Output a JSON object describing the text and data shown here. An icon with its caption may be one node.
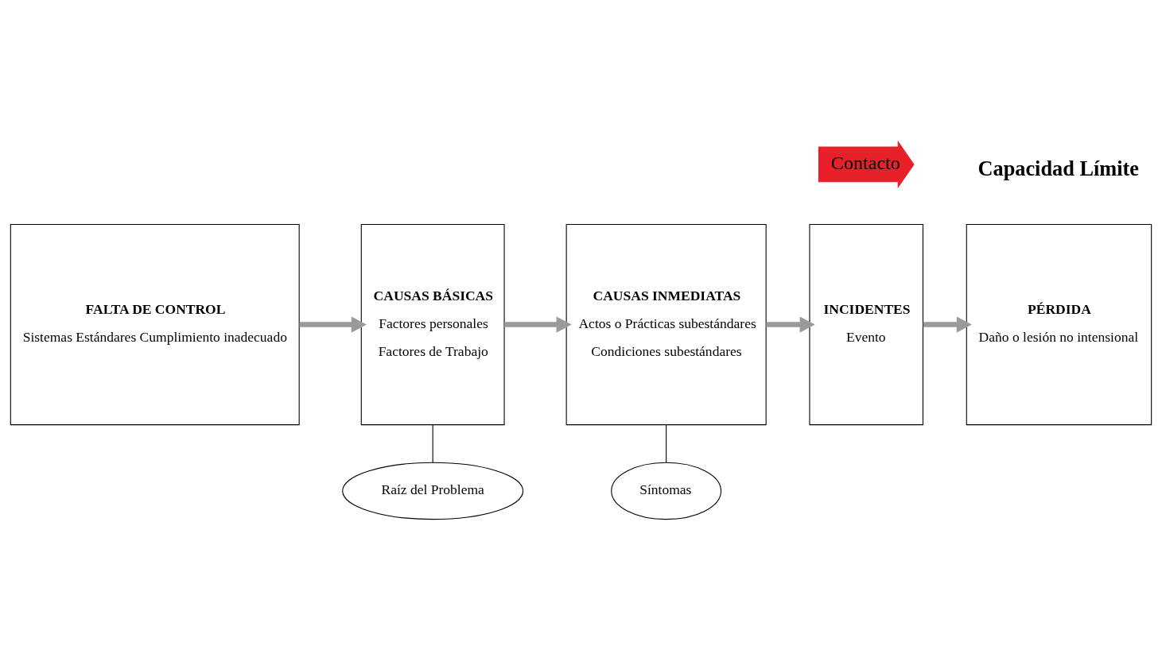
{
  "diagram": {
    "nodes": [
      {
        "text": [
          "FALTA DE CONTROL",
          "Sistemas Estándares Cumplimiento inadecuado"
        ]
      },
      {
        "text": [
          "CAUSAS BÁSICAS",
          "Factores personales",
          "Factores de Trabajo"
        ]
      },
      {
        "text": [
          "CAUSAS INMEDIATAS",
          "Actos o Prácticas subestándares",
          "Condiciones subestándares"
        ]
      },
      {
        "text": [
          "INCIDENTES",
          "Evento"
        ]
      },
      {
        "text": [
          "PÉRDIDA",
          "Daño o lesión no intensional"
        ]
      },
      {
        "text": [
          "Raíz del Problema"
        ]
      },
      {
        "text": [
          "Síntomas"
        ]
      },
      {
        "text": [
          "Contacto"
        ]
      }
    ],
    "edges": [
      {
        "from": 0,
        "to": 1,
        "arrow": "to"
      },
      {
        "from": 1,
        "to": 2,
        "arrow": "to"
      },
      {
        "from": 2,
        "to": 3,
        "arrow": "to"
      },
      {
        "from": 3,
        "to": 4,
        "arrow": "to"
      },
      {
        "from": 5,
        "to": 1,
        "arrow": "none",
        "color": "#000000"
      },
      {
        "from": 6,
        "to": 2,
        "arrow": "none",
        "color": "#000000"
      }
    ],
    "labels": [
      "Capacidad Límite"
    ]
  }
}
